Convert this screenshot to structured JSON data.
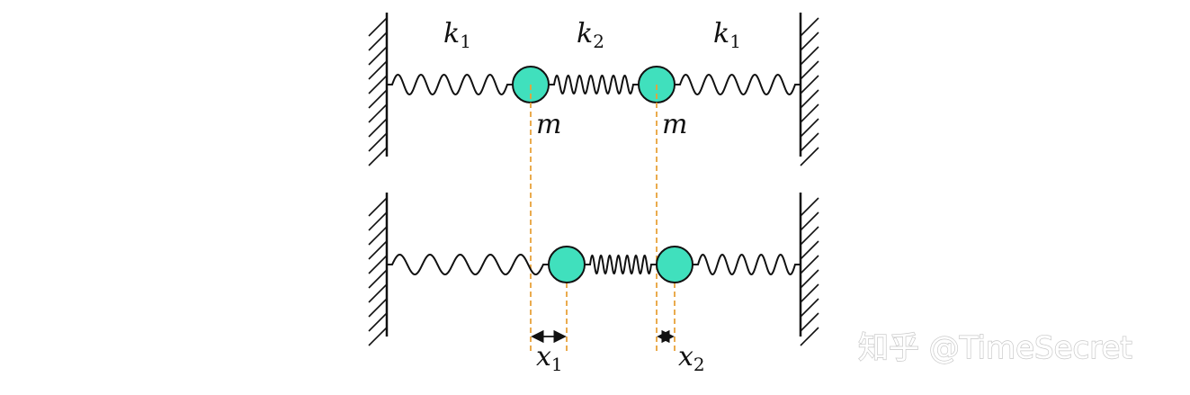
{
  "labels": {
    "k_left": "k",
    "k_left_sub": "1",
    "k_middle": "k",
    "k_middle_sub": "2",
    "k_right": "k",
    "k_right_sub": "1",
    "mass_left": "m",
    "mass_right": "m",
    "x1": "x",
    "x1_sub": "1",
    "x2": "x",
    "x2_sub": "2"
  },
  "watermark": "知乎 @TimeSecret",
  "colors": {
    "mass_fill": "#40e0bd",
    "outline": "#111111",
    "guide": "#e8a23a",
    "wall": "#111111"
  }
}
